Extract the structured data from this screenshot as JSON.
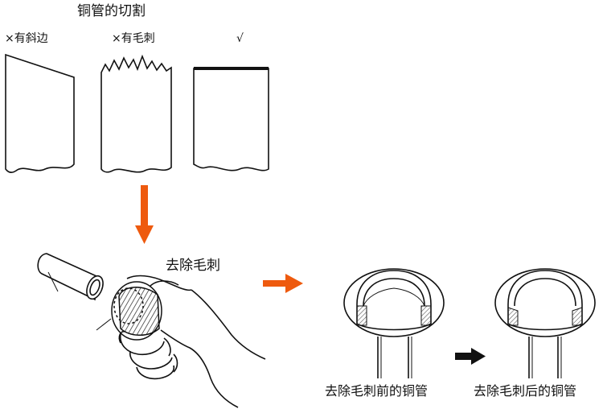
{
  "title": "铜管的切割",
  "cut_types": [
    {
      "label": "×有斜边"
    },
    {
      "label": "×有毛刺"
    },
    {
      "label": "√"
    }
  ],
  "deburr_label": "去除毛刺",
  "before_label": "去除毛刺前的铜管",
  "after_label": "去除毛刺后的铜管",
  "colors": {
    "arrow": "#ee5a0e",
    "line": "#111111",
    "hatch": "#555555"
  }
}
